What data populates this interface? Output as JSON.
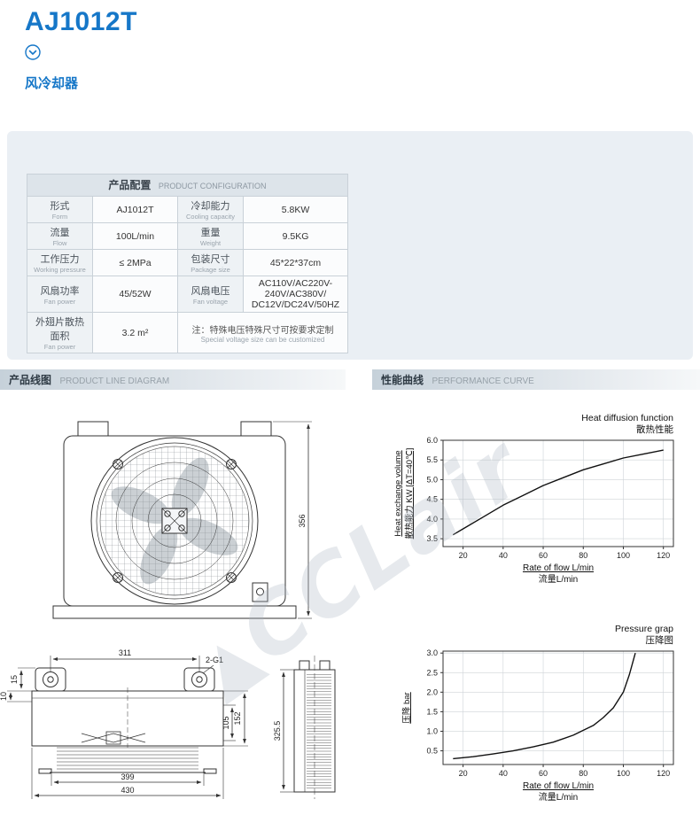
{
  "colors": {
    "accent": "#1677c8"
  },
  "header": {
    "model": "AJ1012T",
    "product_name": "风冷却器"
  },
  "config": {
    "title_zh": "产品配置",
    "title_en": "PRODUCT CONFIGURATION",
    "rows": [
      {
        "cells": [
          {
            "type": "label",
            "zh": "形式",
            "en": "Form"
          },
          {
            "type": "value",
            "text": "AJ1012T"
          },
          {
            "type": "label",
            "zh": "冷却能力",
            "en": "Cooling capacity"
          },
          {
            "type": "value",
            "text": "5.8KW"
          }
        ]
      },
      {
        "cells": [
          {
            "type": "label",
            "zh": "流量",
            "en": "Flow"
          },
          {
            "type": "value",
            "text": "100L/min"
          },
          {
            "type": "label",
            "zh": "重量",
            "en": "Weight"
          },
          {
            "type": "value",
            "text": "9.5KG"
          }
        ]
      },
      {
        "cells": [
          {
            "type": "label",
            "zh": "工作压力",
            "en": "Working pressure"
          },
          {
            "type": "value",
            "text": "≤ 2MPa"
          },
          {
            "type": "label",
            "zh": "包装尺寸",
            "en": "Package size"
          },
          {
            "type": "value",
            "text": "45*22*37cm"
          }
        ]
      },
      {
        "cells": [
          {
            "type": "label",
            "zh": "风扇功率",
            "en": "Fan power"
          },
          {
            "type": "value",
            "text": "45/52W"
          },
          {
            "type": "label",
            "zh": "风扇电压",
            "en": "Fan voltage"
          },
          {
            "type": "value",
            "text": "AC110V/AC220V-240V/AC380V/\nDC12V/DC24V/50HZ"
          }
        ]
      },
      {
        "cells": [
          {
            "type": "label",
            "zh": "外翅片散热面积",
            "en": "Fan power"
          },
          {
            "type": "value",
            "text": "3.2 m²"
          },
          {
            "type": "note",
            "colspan": 2,
            "zh": "注：特殊电压特殊尺寸可按要求定制",
            "en": "Special voltage size can be customized"
          }
        ]
      }
    ]
  },
  "sections": {
    "line_diagram_zh": "产品线图",
    "line_diagram_en": "PRODUCT LINE DIAGRAM",
    "performance_zh": "性能曲线",
    "performance_en": "PERFORMANCE CURVE"
  },
  "drawings": {
    "front_height": "356",
    "top_width": "311",
    "ports": "2-G1",
    "bracket_height": "15",
    "bracket_offset": "10",
    "port_spacing": "105",
    "body_height": "152",
    "base_inner_width": "399",
    "base_outer_width": "430",
    "side_height": "325.5"
  },
  "watermark": "CCLair",
  "chart_data": [
    {
      "type": "line",
      "title": "Heat diffusion function",
      "title_zh": "散热性能",
      "ylabel": "Heat exchange volume",
      "ylabel_zh": "散热能力 KW [ΔT=40℃]",
      "xlabel": "Rate of flow L/min",
      "xlabel_zh": "流量L/min",
      "xlim": [
        10,
        125
      ],
      "ylim": [
        3.3,
        6.0
      ],
      "xticks": [
        20,
        40,
        60,
        80,
        100,
        120
      ],
      "yticks": [
        3.5,
        4.0,
        4.5,
        5.0,
        5.5,
        6.0
      ],
      "grid": true,
      "x": [
        15,
        20,
        30,
        40,
        50,
        60,
        70,
        80,
        90,
        100,
        110,
        120
      ],
      "y": [
        3.6,
        3.75,
        4.05,
        4.35,
        4.6,
        4.85,
        5.05,
        5.25,
        5.4,
        5.55,
        5.65,
        5.75
      ]
    },
    {
      "type": "line",
      "title": "Pressure grap",
      "title_zh": "压降图",
      "ylabel": "压降 bar",
      "ylabel_zh": "",
      "xlabel": "Rate of flow L/min",
      "xlabel_zh": "流量L/min",
      "xlim": [
        10,
        125
      ],
      "ylim": [
        0.15,
        3.05
      ],
      "xticks": [
        20,
        40,
        60,
        80,
        100,
        120
      ],
      "yticks": [
        0.5,
        1.0,
        1.5,
        2.0,
        2.5,
        3.0
      ],
      "grid": true,
      "x": [
        15,
        25,
        35,
        45,
        55,
        65,
        75,
        85,
        90,
        95,
        100,
        103,
        106
      ],
      "y": [
        0.3,
        0.35,
        0.42,
        0.5,
        0.6,
        0.72,
        0.9,
        1.15,
        1.35,
        1.6,
        2.0,
        2.45,
        3.0
      ]
    }
  ]
}
